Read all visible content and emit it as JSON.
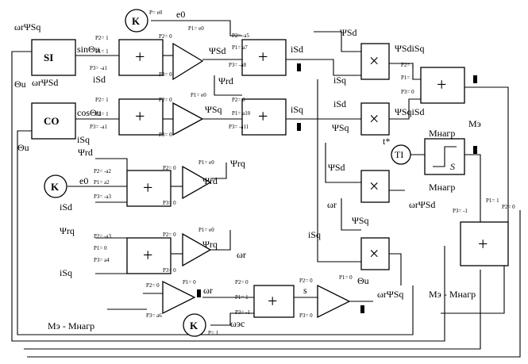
{
  "blocks": {
    "si": "SI",
    "co": "CO",
    "k_top": "K",
    "k_mid": "K",
    "k_bottom": "K",
    "ti": "TI",
    "sum": "+",
    "mul": "×",
    "relay_s": "S"
  },
  "labels": {
    "omega_psi_sq": "ωrΨSq",
    "theta_u_a": "Θu",
    "theta_u_b": "Θu",
    "theta_u_out": "Θu",
    "omega_psi_sd": "ωrΨSd",
    "omega_psi_sd_right": "ωrΨSd",
    "omega_psi_sq_bottom": "ωrΨSq",
    "sin_theta": "sinΘu",
    "cos_theta": "cosΘu",
    "isd_1": "iSd",
    "isq_1": "iSq",
    "isd_2": "iSd",
    "isq_2": "iSq",
    "isd_3": "iSd",
    "isq_3": "iSq",
    "isq_4": "iSq",
    "isd_5": "iSd",
    "isq_mid": "iSq",
    "psi_sd_out": "ΨSd",
    "psi_sq_out": "ΨSq",
    "psi_rd_out": "Ψrd",
    "psi_rq_out": "Ψrq",
    "psi_rd_in": "Ψrd",
    "psi_rq_in": "Ψrq",
    "psi_rd_top": "Ψrd",
    "psi_rq_mid": "Ψrq",
    "psi_sd_a": "ΨSd",
    "psi_sd_b": "ΨSd",
    "psi_sq_a": "ΨSq",
    "psi_sq_b": "ΨSq",
    "psi_sd_isq": "ΨSdiSq",
    "psi_sq_isd": "ΨSqiSd",
    "omega_r_a": "ωr",
    "omega_r_b": "ωr",
    "omega_r_c": "ωr",
    "omega_ec": "ωэс",
    "m_e": "Mэ",
    "m_load": "Mнагр",
    "m_load_b": "Mнагр",
    "m_diff": "Mэ - Mнагр",
    "m_diff_b": "Mэ - Mнагр",
    "t_star": "t*",
    "s": "s",
    "e0": "e0",
    "e0_b": "e0"
  },
  "params": {
    "p_e0": "P= e0",
    "p1_e0": "P1= e0",
    "p2_1": "P2= 1",
    "p1_1": "P1= 1",
    "p3_a1": "P3= -a1",
    "p2_0": "P2= 0",
    "p3_0": "P3= 0",
    "p2_a5": "P2= -a5",
    "p1_a7": "P1= a7",
    "p3_a8": "P3= -a8",
    "p1_a10": "P1= a10",
    "p3_a11": "P3= -a11",
    "p2_a2": "P2= -a2",
    "p1_a2": "P1= a2",
    "p3_a3": "P3= -a3",
    "p2_a3": "P2= -a3",
    "p3_a4": "P3= a4",
    "p3_a6": "P3= a6",
    "p1_0": "P1= 0",
    "p3_1": "P3= -1",
    "p_1": "P= 1"
  }
}
